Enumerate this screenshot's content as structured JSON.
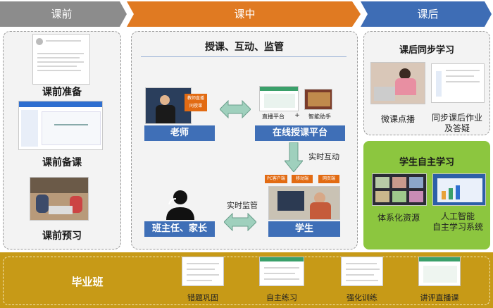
{
  "phases": {
    "before": "课前",
    "during": "课中",
    "after": "课后"
  },
  "before_panel": {
    "items": [
      "课前准备",
      "课前备课",
      "课前预习"
    ]
  },
  "during_panel": {
    "title": "授课、互动、监管",
    "teacher_label": "老师",
    "teacher_tag": "教师直播\n同授课",
    "platform_label": "在线授课平台",
    "platform_items": [
      "直播平台",
      "+",
      "智能助手"
    ],
    "realtime_interaction": "实时互动",
    "realtime_supervision": "实时监管",
    "student_label": "学生",
    "student_tags": [
      "PC客户端",
      "移动端",
      "网页端"
    ],
    "guardian_label": "班主任、家长"
  },
  "after_panel": {
    "sync_title": "课后同步学习",
    "sync_items": [
      "微课点播",
      "同步课后作业\n及答疑"
    ],
    "self_title": "学生自主学习",
    "self_items": [
      "体系化资源",
      "人工智能\n自主学习系统"
    ]
  },
  "bottom": {
    "title": "毕业班",
    "items": [
      "错题巩固",
      "自主练习",
      "强化训练",
      "讲评直播课"
    ]
  },
  "colors": {
    "gray_phase": "#8c8c8c",
    "orange_phase": "#e07a22",
    "blue_phase": "#3e6db5",
    "green_panel": "#8cc63f",
    "gold_bar": "#c79a17",
    "blue_label": "#3f6fb7",
    "arrow_green": "#9fd0bd"
  },
  "icons": [
    "double-arrow-icon",
    "down-arrow-icon",
    "person-icon"
  ]
}
